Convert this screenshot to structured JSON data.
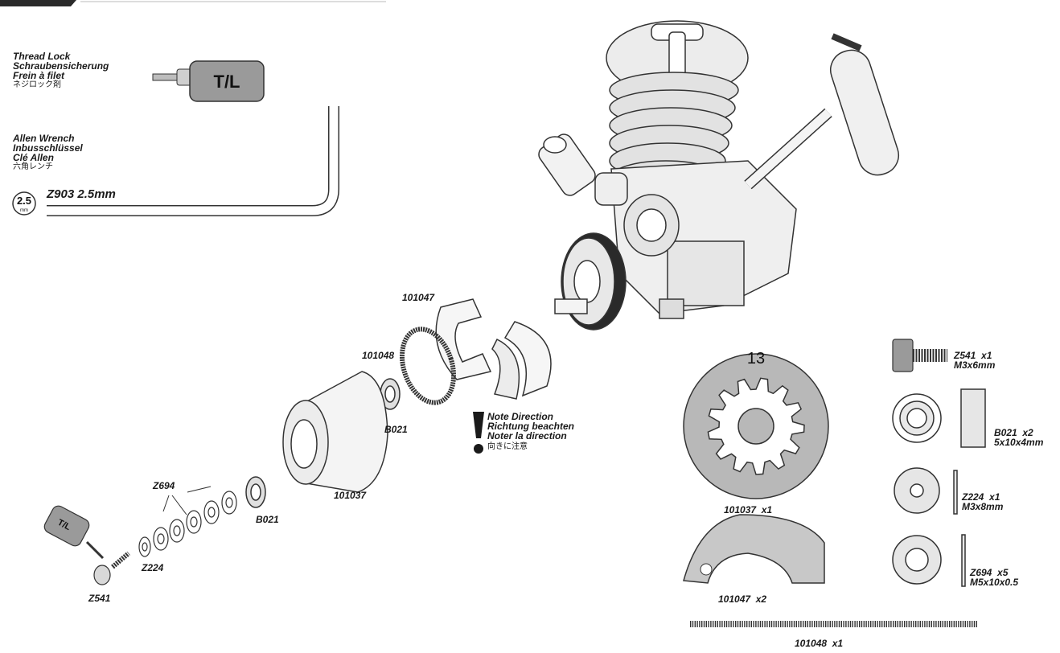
{
  "tools": {
    "thread_lock": {
      "en": "Thread Lock",
      "de": "Schraubensicherung",
      "fr": "Frein à filet",
      "jp": "ネジロック剤",
      "badge": "T/L"
    },
    "allen_wrench": {
      "en": "Allen Wrench",
      "de": "Inbusschlüssel",
      "fr": "Clé Allen",
      "jp": "六角レンチ",
      "size_top": "2.5",
      "size_bottom": "mm",
      "part": "Z903 2.5mm"
    }
  },
  "note": {
    "en": "Note Direction",
    "de": "Richtung beachten",
    "fr": "Noter la direction",
    "jp": "向きに注意"
  },
  "assembly_labels": {
    "shoe": "101047",
    "spring": "101048",
    "bearing_top": "B021",
    "bell": "101037",
    "bearing_low": "B021",
    "shims": "Z694",
    "washer": "Z224",
    "screw": "Z541",
    "tl_badge": "T/L"
  },
  "parts_list": [
    {
      "code": "Z541",
      "qty": "x1",
      "size": "M3x6mm"
    },
    {
      "code": "B021",
      "qty": "x2",
      "size": "5x10x4mm"
    },
    {
      "code": "Z224",
      "qty": "x1",
      "size": "M3x8mm"
    },
    {
      "code": "Z694",
      "qty": "x5",
      "size": "M5x10x0.5"
    }
  ],
  "gear": {
    "teeth": "13",
    "code": "101037",
    "qty": "x1"
  },
  "shoe_part": {
    "code": "101047",
    "qty": "x2"
  },
  "spring_part": {
    "code": "101048",
    "qty": "x1"
  },
  "colors": {
    "part_fill": "#d0d0d0",
    "gear_fill": "#b8b8b8",
    "ink": "#1a1a1a"
  }
}
